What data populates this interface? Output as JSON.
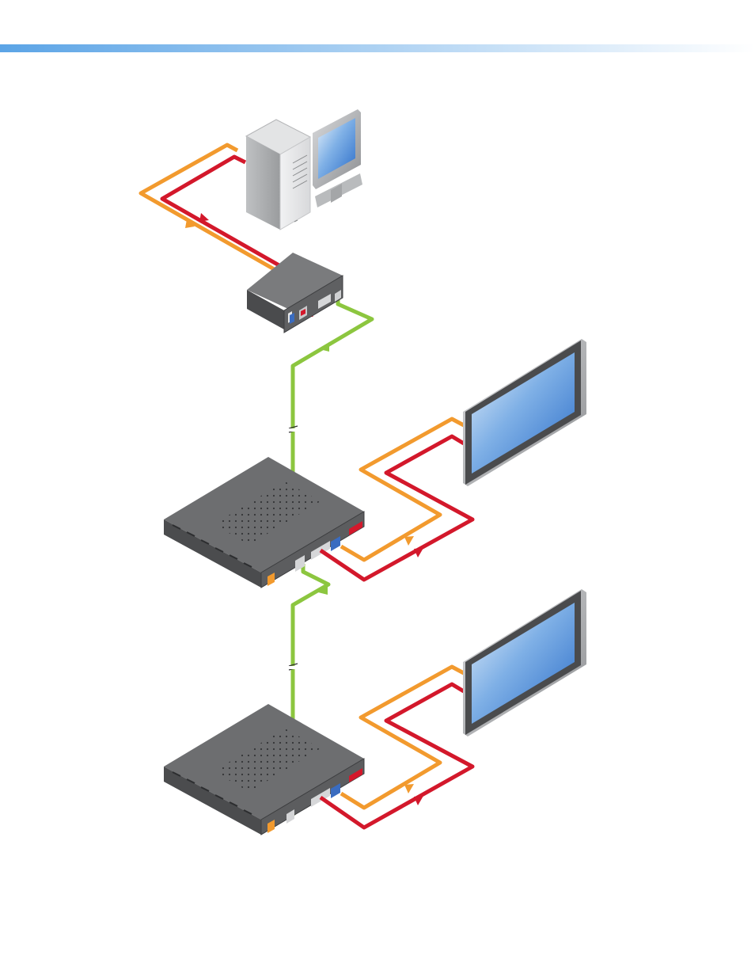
{
  "header": {
    "gradient_start": "#5ba4e6",
    "gradient_end": "#ffffff"
  },
  "colors": {
    "audio_cable": "#f29a2e",
    "video_cable": "#d3182b",
    "network_cable": "#8cc63f",
    "device_body": "#57585a",
    "screen_blue": "#3a7fd4"
  },
  "devices": [
    {
      "kind": "desktop-computer",
      "icon": "computer-tower-icon"
    },
    {
      "kind": "computer-monitor",
      "icon": "monitor-icon"
    },
    {
      "kind": "transmitter",
      "icon": "transmitter-box-icon"
    },
    {
      "kind": "receiver",
      "icon": "receiver-box-icon"
    },
    {
      "kind": "receiver",
      "icon": "receiver-box-icon"
    },
    {
      "kind": "flat-panel-display",
      "icon": "flat-panel-display-icon"
    },
    {
      "kind": "flat-panel-display",
      "icon": "flat-panel-display-icon"
    }
  ]
}
